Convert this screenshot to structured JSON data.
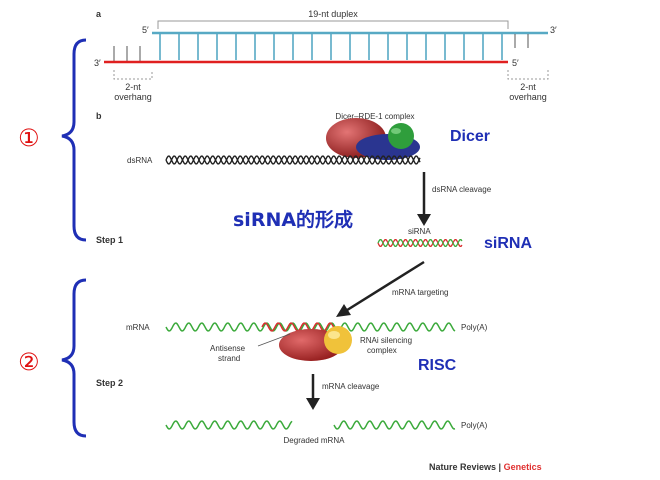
{
  "panel_a": {
    "letter": "a",
    "duplex_label": "19-nt duplex",
    "five_prime_top": "5′",
    "three_prime_top": "3′",
    "three_prime_bottom": "3′",
    "five_prime_bottom": "5′",
    "overhang_left": [
      "2-nt",
      "overhang"
    ],
    "overhang_right": [
      "2-nt",
      "overhang"
    ]
  },
  "panel_b": {
    "letter": "b",
    "complex_label": "Dicer–RDE-1 complex",
    "dsrna_label": "dsRNA",
    "cleavage_label": "dsRNA cleavage",
    "sirna_small": "siRNA",
    "step1": "Step 1",
    "targeting_label": "mRNA targeting",
    "mrna_label": "mRNA",
    "polya_label": "Poly(A)",
    "rnai_label": [
      "RNAi silencing",
      "complex"
    ],
    "antisense_label": [
      "Antisense",
      "strand"
    ],
    "mrna_cleavage_label": "mRNA cleavage",
    "step2": "Step 2",
    "polya_label_2": "Poly(A)",
    "degraded_label": "Degraded mRNA"
  },
  "annotations": {
    "dicer": "Dicer",
    "sirna_formation": "siRNA的形成",
    "sirna": "siRNA",
    "risc": "RISC",
    "marker_1": "①",
    "marker_2": "②"
  },
  "credit": {
    "journal": "Nature Reviews",
    "separator": " | ",
    "section": "Genetics"
  },
  "colors": {
    "top_strand": "#57a9c4",
    "bottom_strand": "#e02020",
    "green_rna": "#3caa3c",
    "red_rna": "#d93030",
    "bracket": "#1f2fb5",
    "annotation": "#1f2fb5",
    "marker": "#e01010",
    "genetics": "#e03030"
  }
}
